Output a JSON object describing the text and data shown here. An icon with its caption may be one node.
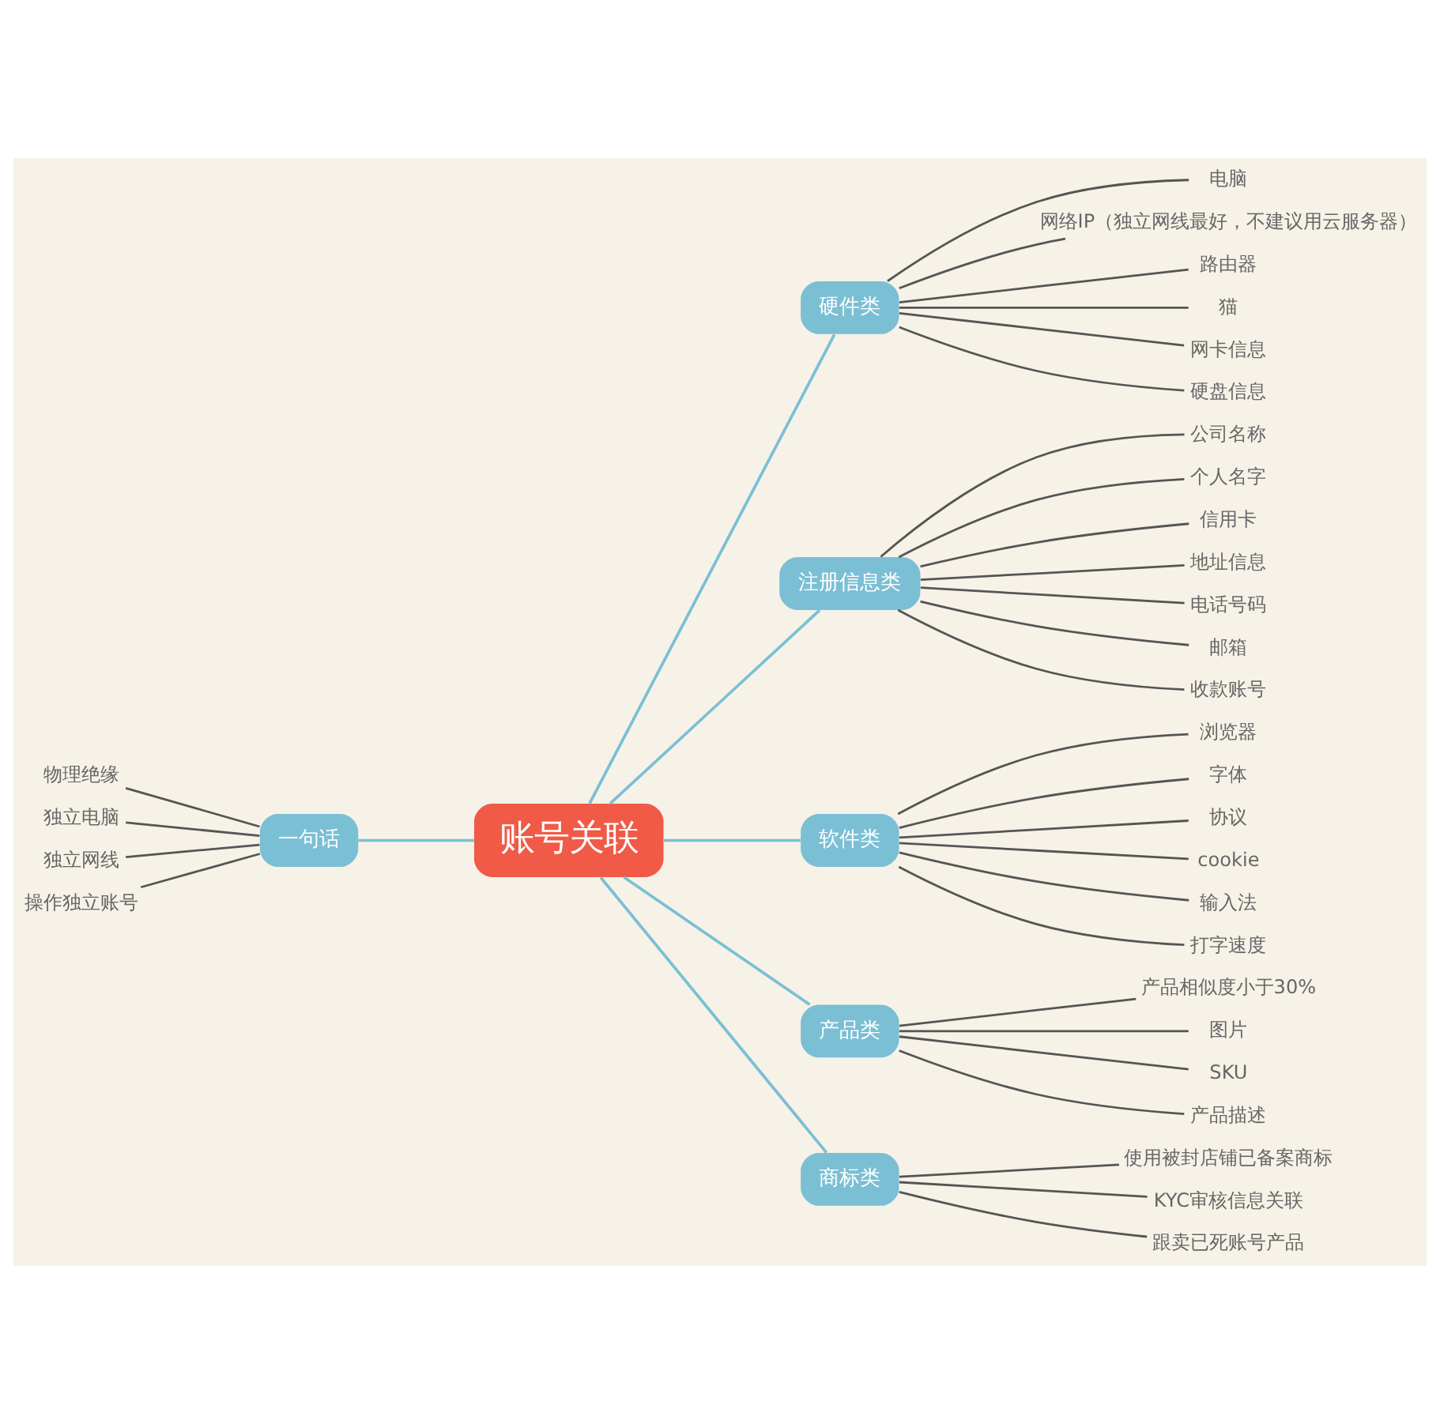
{
  "diagram": {
    "nodes": [
      {
        "text": [
          "账号关联"
        ]
      },
      {
        "text": [
          "一句话"
        ]
      },
      {
        "text": [
          "物理绝缘"
        ]
      },
      {
        "text": [
          "独立电脑"
        ]
      },
      {
        "text": [
          "独立网线"
        ]
      },
      {
        "text": [
          "操作独立账号"
        ]
      },
      {
        "text": [
          "硬件类"
        ]
      },
      {
        "text": [
          "电脑"
        ]
      },
      {
        "text": [
          "网络IP（独立网线最好，不建议用云服务器）"
        ]
      },
      {
        "text": [
          "路由器"
        ]
      },
      {
        "text": [
          "猫"
        ]
      },
      {
        "text": [
          "网卡信息"
        ]
      },
      {
        "text": [
          "硬盘信息"
        ]
      },
      {
        "text": [
          "注册信息类"
        ]
      },
      {
        "text": [
          "公司名称"
        ]
      },
      {
        "text": [
          "个人名字"
        ]
      },
      {
        "text": [
          "信用卡"
        ]
      },
      {
        "text": [
          "地址信息"
        ]
      },
      {
        "text": [
          "电话号码"
        ]
      },
      {
        "text": [
          "邮箱"
        ]
      },
      {
        "text": [
          "收款账号"
        ]
      },
      {
        "text": [
          "软件类"
        ]
      },
      {
        "text": [
          "浏览器"
        ]
      },
      {
        "text": [
          "字体"
        ]
      },
      {
        "text": [
          "协议"
        ]
      },
      {
        "text": [
          "cookie"
        ]
      },
      {
        "text": [
          "输入法"
        ]
      },
      {
        "text": [
          "打字速度"
        ]
      },
      {
        "text": [
          "产品类"
        ]
      },
      {
        "text": [
          "产品相似度小于30%"
        ]
      },
      {
        "text": [
          "图片"
        ]
      },
      {
        "text": [
          "SKU"
        ]
      },
      {
        "text": [
          "产品描述"
        ]
      },
      {
        "text": [
          "商标类"
        ]
      },
      {
        "text": [
          "使用被封店铺已备案商标"
        ]
      },
      {
        "text": [
          "KYC审核信息关联"
        ]
      },
      {
        "text": [
          "跟卖已死账号产品"
        ]
      }
    ],
    "edges": [
      {
        "from": 2,
        "to": 1,
        "arrow": "none"
      },
      {
        "from": 3,
        "to": 1,
        "arrow": "none"
      },
      {
        "from": 4,
        "to": 1,
        "arrow": "none"
      },
      {
        "from": 5,
        "to": 1,
        "arrow": "none"
      },
      {
        "from": 1,
        "to": 0,
        "arrow": "none",
        "color": "#7bbfd4"
      },
      {
        "from": 0,
        "to": 6,
        "arrow": "none",
        "color": "#7bbfd4"
      },
      {
        "from": 6,
        "to": 7,
        "arrow": "none"
      },
      {
        "from": 6,
        "to": 8,
        "arrow": "none"
      },
      {
        "from": 6,
        "to": 9,
        "arrow": "none"
      },
      {
        "from": 6,
        "to": 10,
        "arrow": "none"
      },
      {
        "from": 6,
        "to": 11,
        "arrow": "none"
      },
      {
        "from": 6,
        "to": 12,
        "arrow": "none"
      },
      {
        "from": 0,
        "to": 13,
        "arrow": "none",
        "color": "#7bbfd4"
      },
      {
        "from": 13,
        "to": 14,
        "arrow": "none"
      },
      {
        "from": 13,
        "to": 15,
        "arrow": "none"
      },
      {
        "from": 13,
        "to": 16,
        "arrow": "none"
      },
      {
        "from": 13,
        "to": 17,
        "arrow": "none"
      },
      {
        "from": 13,
        "to": 18,
        "arrow": "none"
      },
      {
        "from": 13,
        "to": 19,
        "arrow": "none"
      },
      {
        "from": 13,
        "to": 20,
        "arrow": "none"
      },
      {
        "from": 0,
        "to": 21,
        "arrow": "none",
        "color": "#7bbfd4"
      },
      {
        "from": 21,
        "to": 22,
        "arrow": "none"
      },
      {
        "from": 21,
        "to": 23,
        "arrow": "none"
      },
      {
        "from": 21,
        "to": 24,
        "arrow": "none"
      },
      {
        "from": 21,
        "to": 25,
        "arrow": "none"
      },
      {
        "from": 21,
        "to": 26,
        "arrow": "none"
      },
      {
        "from": 21,
        "to": 27,
        "arrow": "none"
      },
      {
        "from": 0,
        "to": 28,
        "arrow": "none",
        "color": "#7bbfd4"
      },
      {
        "from": 28,
        "to": 29,
        "arrow": "none"
      },
      {
        "from": 28,
        "to": 30,
        "arrow": "none"
      },
      {
        "from": 28,
        "to": 31,
        "arrow": "none"
      },
      {
        "from": 28,
        "to": 32,
        "arrow": "none"
      },
      {
        "from": 0,
        "to": 33,
        "arrow": "none",
        "color": "#7bbfd4"
      },
      {
        "from": 33,
        "to": 34,
        "arrow": "none"
      },
      {
        "from": 33,
        "to": 35,
        "arrow": "none"
      },
      {
        "from": 33,
        "to": 36,
        "arrow": "none"
      }
    ]
  }
}
